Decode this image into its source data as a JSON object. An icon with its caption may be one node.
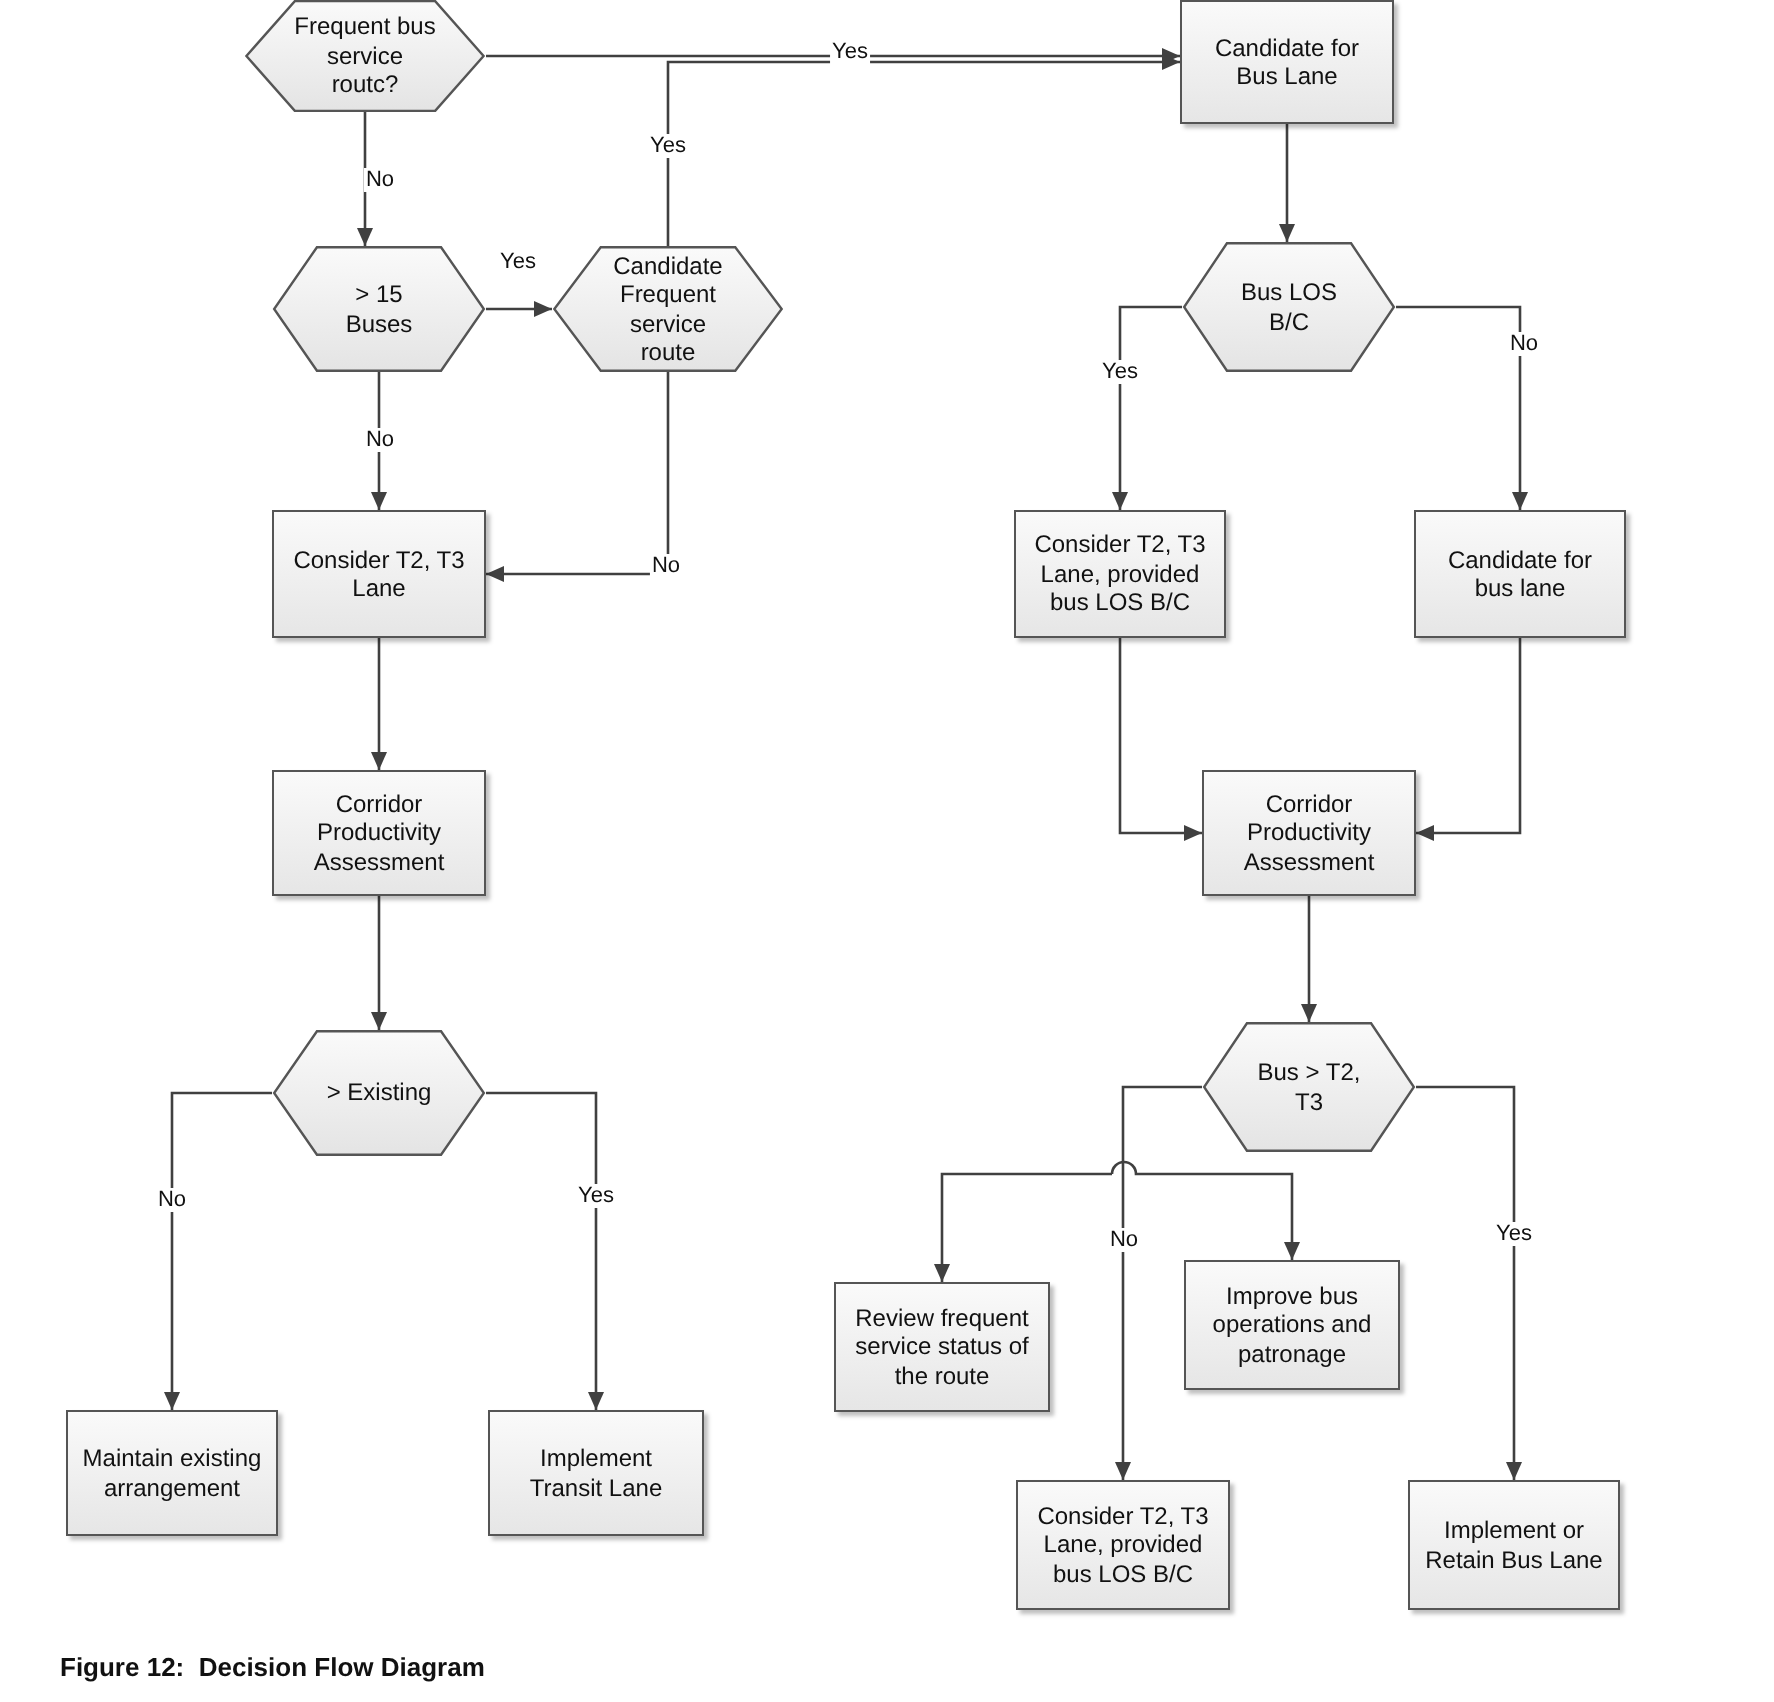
{
  "diagram": {
    "caption": "Figure 12:  Decision Flow Diagram",
    "nodes": [
      {
        "text": [
          "Frequent bus service routc?"
        ]
      },
      {
        "text": [
          "Candidate for Bus Lane"
        ]
      },
      {
        "text": [
          "> 15 Buses"
        ]
      },
      {
        "text": [
          "Candidate Frequent service route"
        ]
      },
      {
        "text": [
          "Bus LOS B/C"
        ]
      },
      {
        "text": [
          "Consider T2, T3 Lane"
        ]
      },
      {
        "text": [
          "Consider T2, T3 Lane, provided bus LOS B/C"
        ]
      },
      {
        "text": [
          "Candidate for bus lane"
        ]
      },
      {
        "text": [
          "Corridor Productivity Assessment"
        ]
      },
      {
        "text": [
          "Corridor Productivity Assessment"
        ]
      },
      {
        "text": [
          "> Existing"
        ]
      },
      {
        "text": [
          "Bus > T2, T3"
        ]
      },
      {
        "text": [
          "Review frequent service status of the route"
        ]
      },
      {
        "text": [
          "Improve bus operations and patronage"
        ]
      },
      {
        "text": [
          "Maintain existing arrangement"
        ]
      },
      {
        "text": [
          "Implement Transit Lane"
        ]
      },
      {
        "text": [
          "Consider T2, T3 Lane, provided bus LOS B/C"
        ]
      },
      {
        "text": [
          "Implement or Retain Bus Lane"
        ]
      }
    ],
    "edges": [
      {
        "from": 0,
        "to": 1,
        "arrow": "to",
        "label": "Yes"
      },
      {
        "from": 0,
        "to": 2,
        "arrow": "to",
        "label": "No"
      },
      {
        "from": 2,
        "to": 3,
        "arrow": "to",
        "label": "Yes"
      },
      {
        "from": 3,
        "to": 1,
        "arrow": "to",
        "label": "Yes"
      },
      {
        "from": 3,
        "to": 5,
        "arrow": "to",
        "label": "No"
      },
      {
        "from": 2,
        "to": 5,
        "arrow": "to",
        "label": "No"
      },
      {
        "from": 5,
        "to": 8,
        "arrow": "to"
      },
      {
        "from": 8,
        "to": 10,
        "arrow": "to"
      },
      {
        "from": 10,
        "to": 14,
        "arrow": "to",
        "label": "No"
      },
      {
        "from": 10,
        "to": 15,
        "arrow": "to",
        "label": "Yes"
      },
      {
        "from": 1,
        "to": 4,
        "arrow": "to"
      },
      {
        "from": 4,
        "to": 6,
        "arrow": "to",
        "label": "Yes"
      },
      {
        "from": 4,
        "to": 7,
        "arrow": "to",
        "label": "No"
      },
      {
        "from": 6,
        "to": 9,
        "arrow": "to"
      },
      {
        "from": 7,
        "to": 9,
        "arrow": "to"
      },
      {
        "from": 9,
        "to": 11,
        "arrow": "to"
      },
      {
        "from": 11,
        "to": 16,
        "arrow": "to",
        "label": "No"
      },
      {
        "from": null,
        "to": 12,
        "arrow": "to"
      },
      {
        "from": null,
        "to": 13,
        "arrow": "to"
      },
      {
        "from": 11,
        "to": 17,
        "arrow": "to",
        "label": "Yes"
      }
    ]
  }
}
